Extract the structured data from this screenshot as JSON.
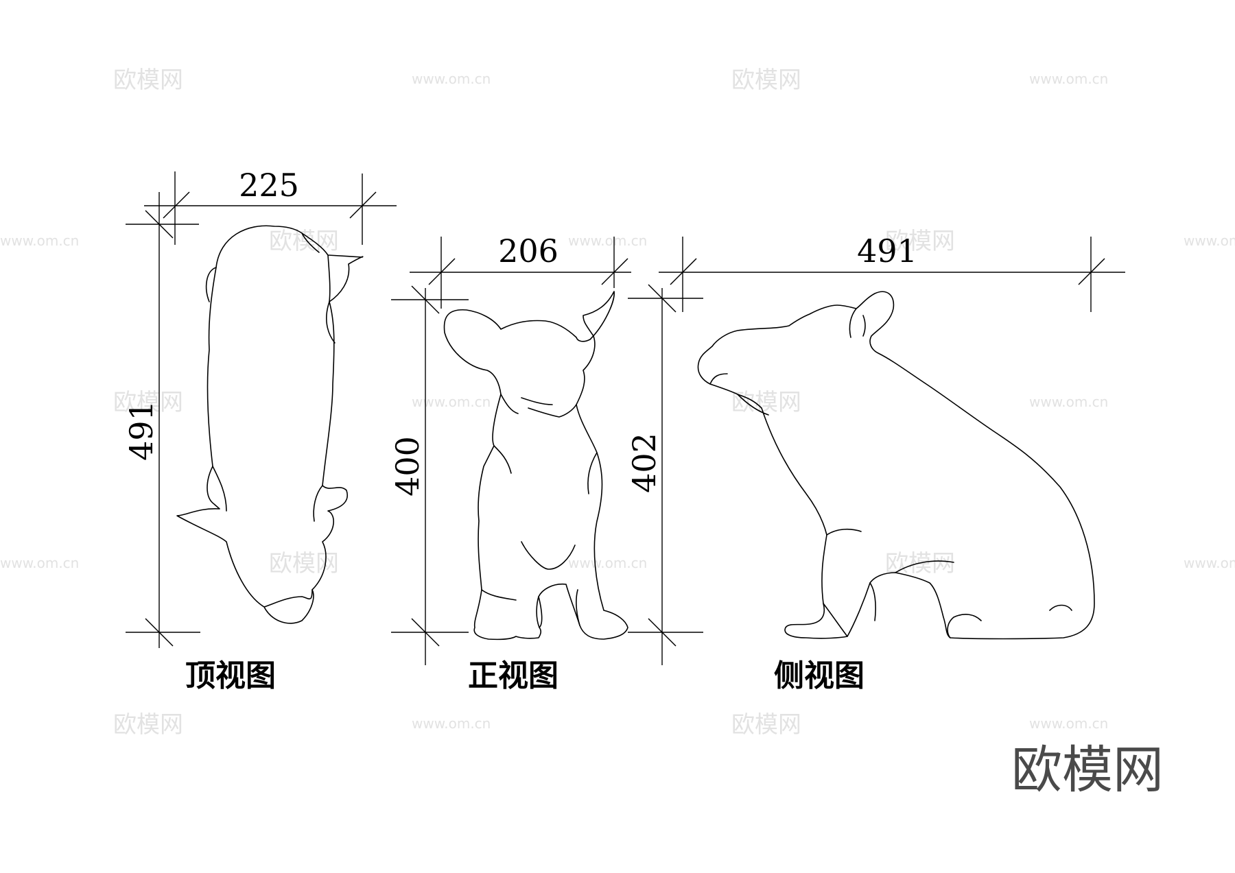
{
  "drawing": {
    "top_view": {
      "label": "顶视图",
      "width": "225",
      "length": "491"
    },
    "front_view": {
      "label": "正视图",
      "width": "206",
      "height_left": "400",
      "height_right": "402"
    },
    "side_view": {
      "label": "侧视图",
      "length": "491"
    }
  },
  "watermarks": {
    "logo_text": "欧模网",
    "url_text": "www.om.cn"
  },
  "brand": {
    "text": "欧模网",
    "color": "#4a4a4a"
  }
}
